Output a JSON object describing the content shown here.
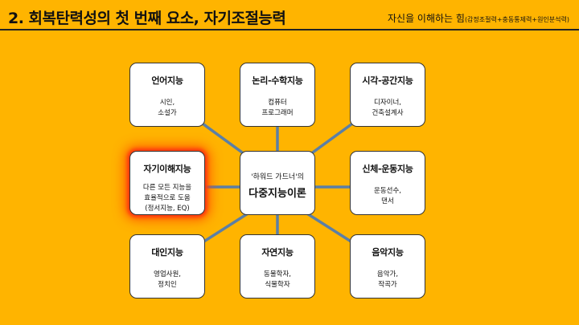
{
  "header": {
    "title": "2. 회복탄력성의 첫 번째 요소, 자기조절능력",
    "subtitle_main": "자신을 이해하는 힘",
    "subtitle_detail": "(감정조절력+충동통제력+원인분석력)"
  },
  "center": {
    "pre_label": "'하워드 가드너'의",
    "main_label": "다중지능이론"
  },
  "cards": {
    "linguistic": {
      "name": "언어지능",
      "desc": "시인,\n소설가"
    },
    "logical": {
      "name": "논리-수학지능",
      "desc": "컴퓨터\n프로그래머"
    },
    "spatial": {
      "name": "시각-공간지능",
      "desc": "디자이너,\n건축설계사"
    },
    "intrapersonal": {
      "name": "자기이해지능",
      "desc": "다른 모든 지능을\n효율적으로 도움\n(정서지능, EQ)"
    },
    "bodily": {
      "name": "신체-운동지능",
      "desc": "운동선수,\n댄서"
    },
    "interpersonal": {
      "name": "대인지능",
      "desc": "영업사원,\n정치인"
    },
    "naturalist": {
      "name": "자연지능",
      "desc": "동물학자,\n식물학자"
    },
    "musical": {
      "name": "음악지능",
      "desc": "음악가,\n작곡가"
    }
  },
  "colors": {
    "background": "#FFB400",
    "connector": "#5B7FA6",
    "highlight_glow": "#FF3A10"
  }
}
